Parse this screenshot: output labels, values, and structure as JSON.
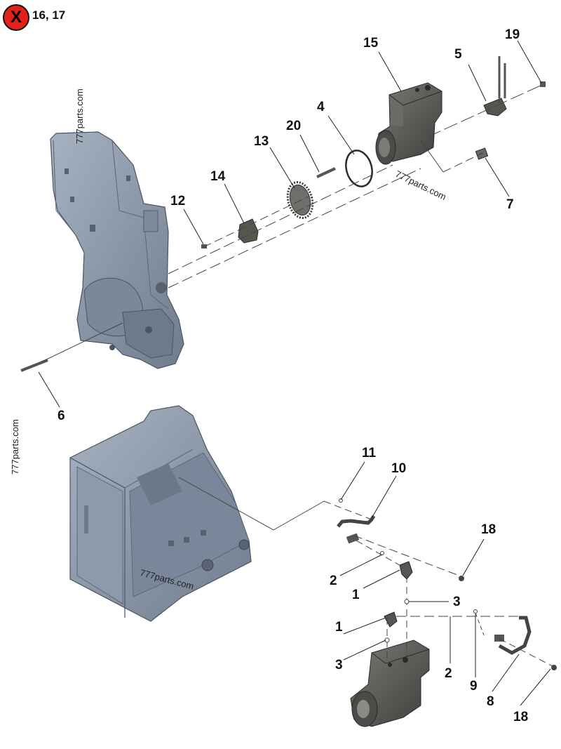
{
  "badge": {
    "symbol": "X",
    "note": "16, 17",
    "color": "#e3211b"
  },
  "callouts": {
    "c15": "15",
    "c19": "19",
    "c5": "5",
    "c4": "4",
    "c20": "20",
    "c13": "13",
    "c14": "14",
    "c12": "12",
    "c7": "7",
    "c6": "6",
    "c11": "11",
    "c10": "10",
    "c18a": "18",
    "c2a": "2",
    "c1a": "1",
    "c3a": "3",
    "c1b": "1",
    "c3b": "3",
    "c2b": "2",
    "c9": "9",
    "c8": "8",
    "c18b": "18"
  },
  "watermarks": {
    "w1": "777parts.com",
    "w2": "777parts.com",
    "w3": "777parts.com",
    "w4": "777parts.com"
  },
  "colors": {
    "part_fill": "#8a97a8",
    "part_dark": "#5c6674",
    "part_light": "#a9b4c2",
    "compressor": "#5a5a58",
    "leader": "#222222"
  }
}
